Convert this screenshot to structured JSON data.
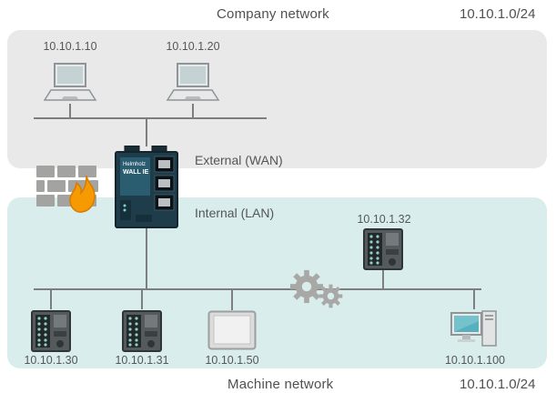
{
  "header": {
    "company_label": "Company network",
    "company_subnet": "10.10.1.0/24"
  },
  "footer": {
    "machine_label": "Machine network",
    "machine_subnet": "10.10.1.0/24"
  },
  "router": {
    "brand": "Helmholz",
    "model": "WALL IE",
    "wan_label": "External (WAN)",
    "lan_label": "Internal (LAN)"
  },
  "devices": {
    "laptop1": {
      "ip": "10.10.1.10",
      "type": "laptop"
    },
    "laptop2": {
      "ip": "10.10.1.20",
      "type": "laptop"
    },
    "switch_top": {
      "ip": "10.10.1.32",
      "type": "industrial-switch"
    },
    "switch_left": {
      "ip": "10.10.1.30",
      "type": "industrial-switch"
    },
    "switch_mid": {
      "ip": "10.10.1.31",
      "type": "industrial-switch"
    },
    "hmi": {
      "ip": "10.10.1.50",
      "type": "hmi-panel"
    },
    "pc": {
      "ip": "10.10.1.100",
      "type": "workstation-pc"
    }
  },
  "icons": [
    "laptop-icon",
    "industrial-switch-icon",
    "hmi-panel-icon",
    "pc-icon",
    "brick-wall-icon",
    "flame-icon",
    "gears-icon",
    "wall-ie-router-icon"
  ],
  "colors": {
    "company_region": "#e9e9e9",
    "machine_region": "#d8edec",
    "text": "#55565a",
    "line": "#7c7e80",
    "flame": "#f59a00",
    "brick": "#a3a3a2",
    "router_body": "#1e3c4a",
    "router_panel": "#2b5d70"
  }
}
